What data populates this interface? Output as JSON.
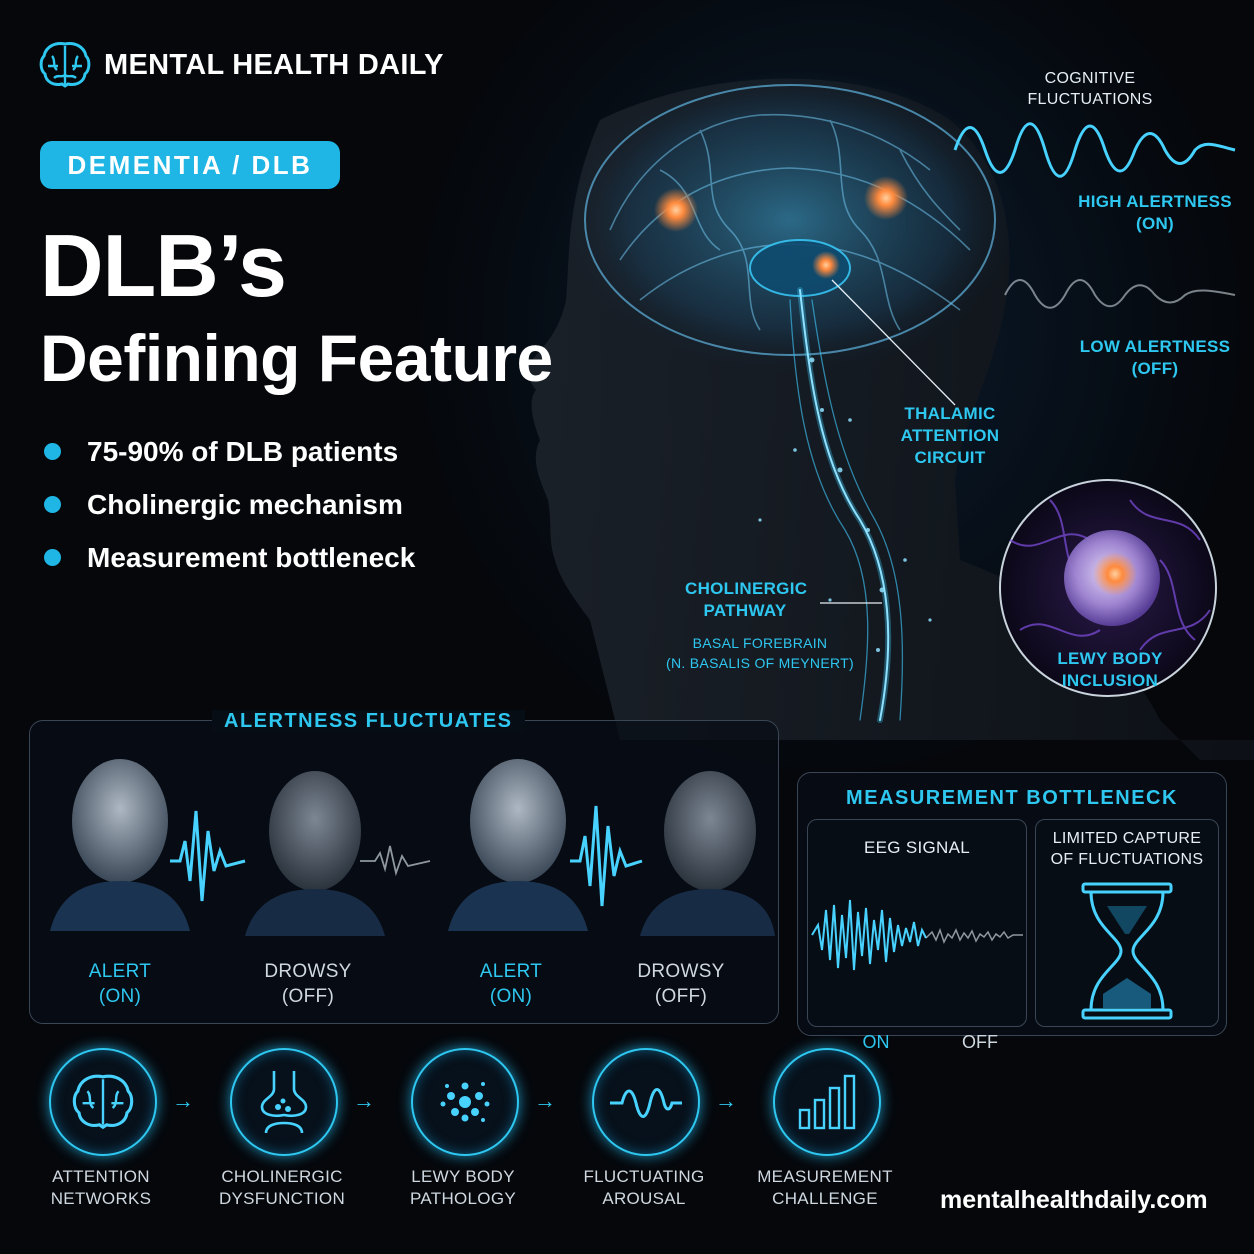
{
  "brand": {
    "name": "MENTAL HEALTH DAILY",
    "icon": "brain-icon"
  },
  "category": "DEMENTIA / DLB",
  "title": {
    "line1": "DLB’s",
    "line2": "Defining Feature"
  },
  "bullets": [
    "75-90% of DLB patients",
    "Cholinergic mechanism",
    "Measurement bottleneck"
  ],
  "brain_labels": {
    "cognitive": [
      "COGNITIVE",
      "FLUCTUATIONS"
    ],
    "high": [
      "HIGH ALERTNESS",
      "(ON)"
    ],
    "low": [
      "LOW ALERTNESS",
      "(OFF)"
    ],
    "thalamic": [
      "THALAMIC",
      "ATTENTION",
      "CIRCUIT"
    ],
    "cholinergic": [
      "CHOLINERGIC",
      "PATHWAY"
    ],
    "basal": [
      "BASAL FOREBRAIN",
      "(N. BASALIS OF MEYNERT)"
    ],
    "lewy": [
      "LEWY BODY",
      "INCLUSION"
    ]
  },
  "alertness": {
    "title": "ALERTNESS FLUCTUATES",
    "states": [
      {
        "label": "ALERT",
        "sub": "(ON)"
      },
      {
        "label": "DROWSY",
        "sub": "(OFF)"
      },
      {
        "label": "ALERT",
        "sub": "(ON)"
      },
      {
        "label": "DROWSY",
        "sub": "(OFF)"
      }
    ]
  },
  "measurement": {
    "title": "MEASUREMENT BOTTLENECK",
    "eeg_title": "EEG SIGNAL",
    "on": "ON",
    "off": "OFF",
    "capture": [
      "LIMITED CAPTURE",
      "OF FLUCTUATIONS"
    ]
  },
  "flow": [
    {
      "label": [
        "ATTENTION",
        "NETWORKS"
      ],
      "icon": "brain-icon"
    },
    {
      "label": [
        "CHOLINERGIC",
        "DYSFUNCTION"
      ],
      "icon": "synapse-icon"
    },
    {
      "label": [
        "LEWY BODY",
        "PATHOLOGY"
      ],
      "icon": "protein-cluster-icon"
    },
    {
      "label": [
        "FLUCTUATING",
        "AROUSAL"
      ],
      "icon": "wave-icon"
    },
    {
      "label": [
        "MEASUREMENT",
        "CHALLENGE"
      ],
      "icon": "bar-chart-icon"
    }
  ],
  "website": "mentalhealthdaily.com",
  "colors": {
    "accent": "#1fb6e6",
    "glow": "#2ec7f0",
    "orange": "#ff8a3d",
    "purple": "#7a4bd6",
    "background": "#05070b"
  }
}
